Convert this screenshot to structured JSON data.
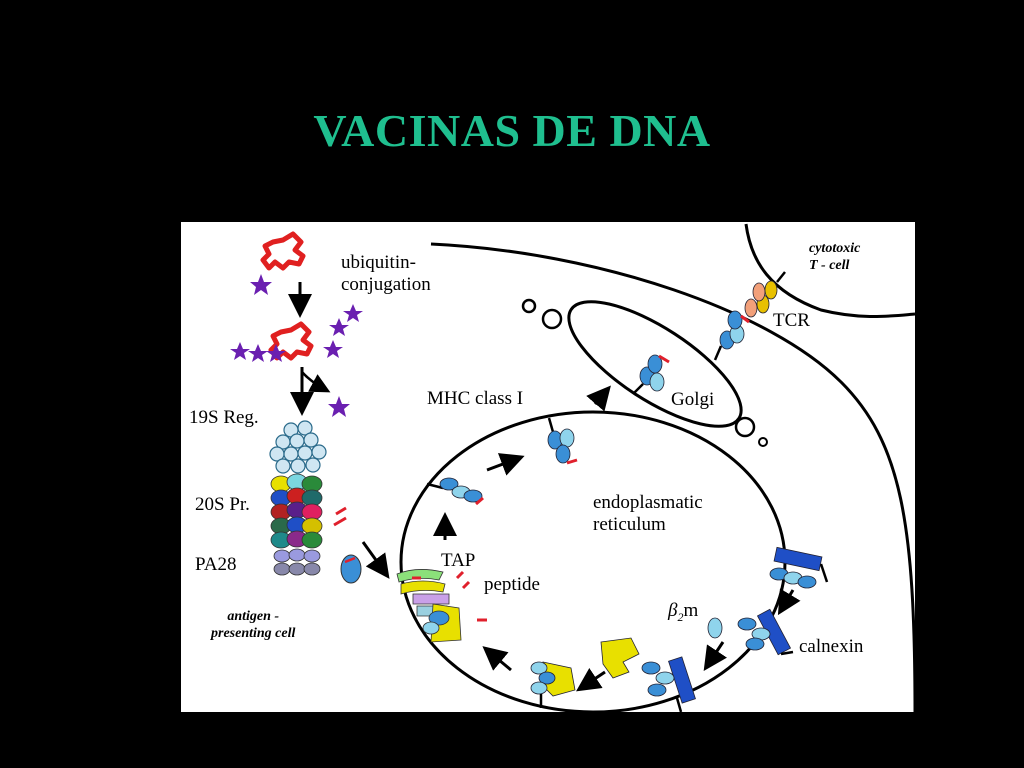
{
  "slide": {
    "title": "VACINAS DE DNA",
    "title_color": "#1fbf8f",
    "background": "#000000"
  },
  "diagram": {
    "labels": {
      "ubiquitin": "ubiquitin-\nconjugation",
      "reg19s": "19S Reg.",
      "pr20s": "20S Pr.",
      "pa28": "PA28",
      "apc": "antigen -\npresenting cell",
      "mhc1": "MHC class I",
      "golgi": "Golgi",
      "er": "endoplasmatic\nreticulum",
      "tap": "TAP",
      "peptide": "peptide",
      "beta": "β",
      "beta_sub": "2",
      "beta_m": "m",
      "calnexin": "calnexin",
      "tcr": "TCR",
      "ctl": "cytotoxic\nT - cell"
    },
    "colors": {
      "ubiquitin": "#e02020",
      "star": "#6a1fb0",
      "mhc_chain": "#3a8fd6",
      "mhc_light": "#8fd4ec",
      "peptide": "#e0202c",
      "calnexin": "#1f4fc6",
      "chaperone": "#e8e000"
    }
  }
}
